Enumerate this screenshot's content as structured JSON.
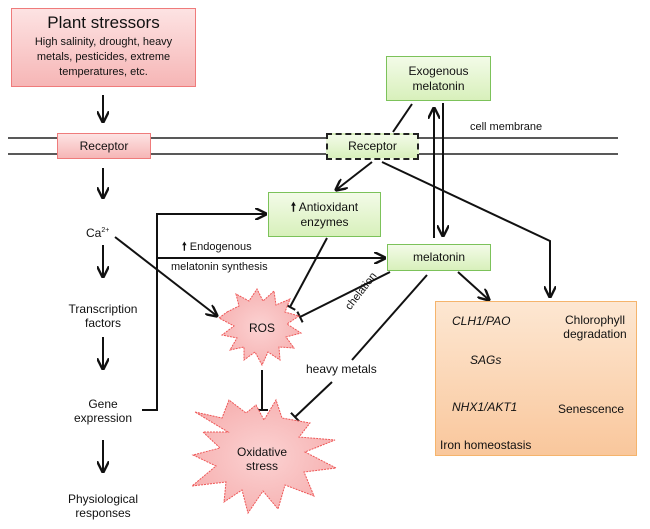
{
  "stressors": {
    "title": "Plant stressors",
    "lines": [
      "High salinity, drought, heavy",
      "metals, pesticides, extreme",
      "temperatures, etc."
    ]
  },
  "membrane": {
    "label": "cell membrane",
    "receptor_left": "Receptor",
    "receptor_right": "Receptor"
  },
  "exogenous": {
    "line1": "Exogenous",
    "line2": "melatonin"
  },
  "pathway": {
    "ca": "Ca",
    "ca_sup": "2+",
    "transcription": [
      "Transcription",
      "factors"
    ],
    "gene": [
      "Gene",
      "expression"
    ],
    "physio": [
      "Physiological",
      "responses"
    ]
  },
  "antioxidant": {
    "line1": "Antioxidant",
    "line2": "enzymes"
  },
  "endogenous": {
    "line1": "Endogenous",
    "line2": "melatonin synthesis"
  },
  "melatonin": "melatonin",
  "ros": "ROS",
  "oxidative": {
    "line1": "Oxidative",
    "line2": "stress"
  },
  "chelation": "chelation",
  "heavy_metals": "heavy metals",
  "outcomes": {
    "clh": "CLH1/PAO",
    "chlorophyll": [
      "Chlorophyll",
      "degradation"
    ],
    "sags": "SAGs",
    "senescence": "Senescence",
    "nhx": "NHX1/AKT1",
    "iron": "Iron homeostasis"
  },
  "colors": {
    "red_fill": "#f8c4c4",
    "red_border": "#ee5555",
    "green_border": "#7cc25a",
    "orange_border": "#f5b46c"
  }
}
